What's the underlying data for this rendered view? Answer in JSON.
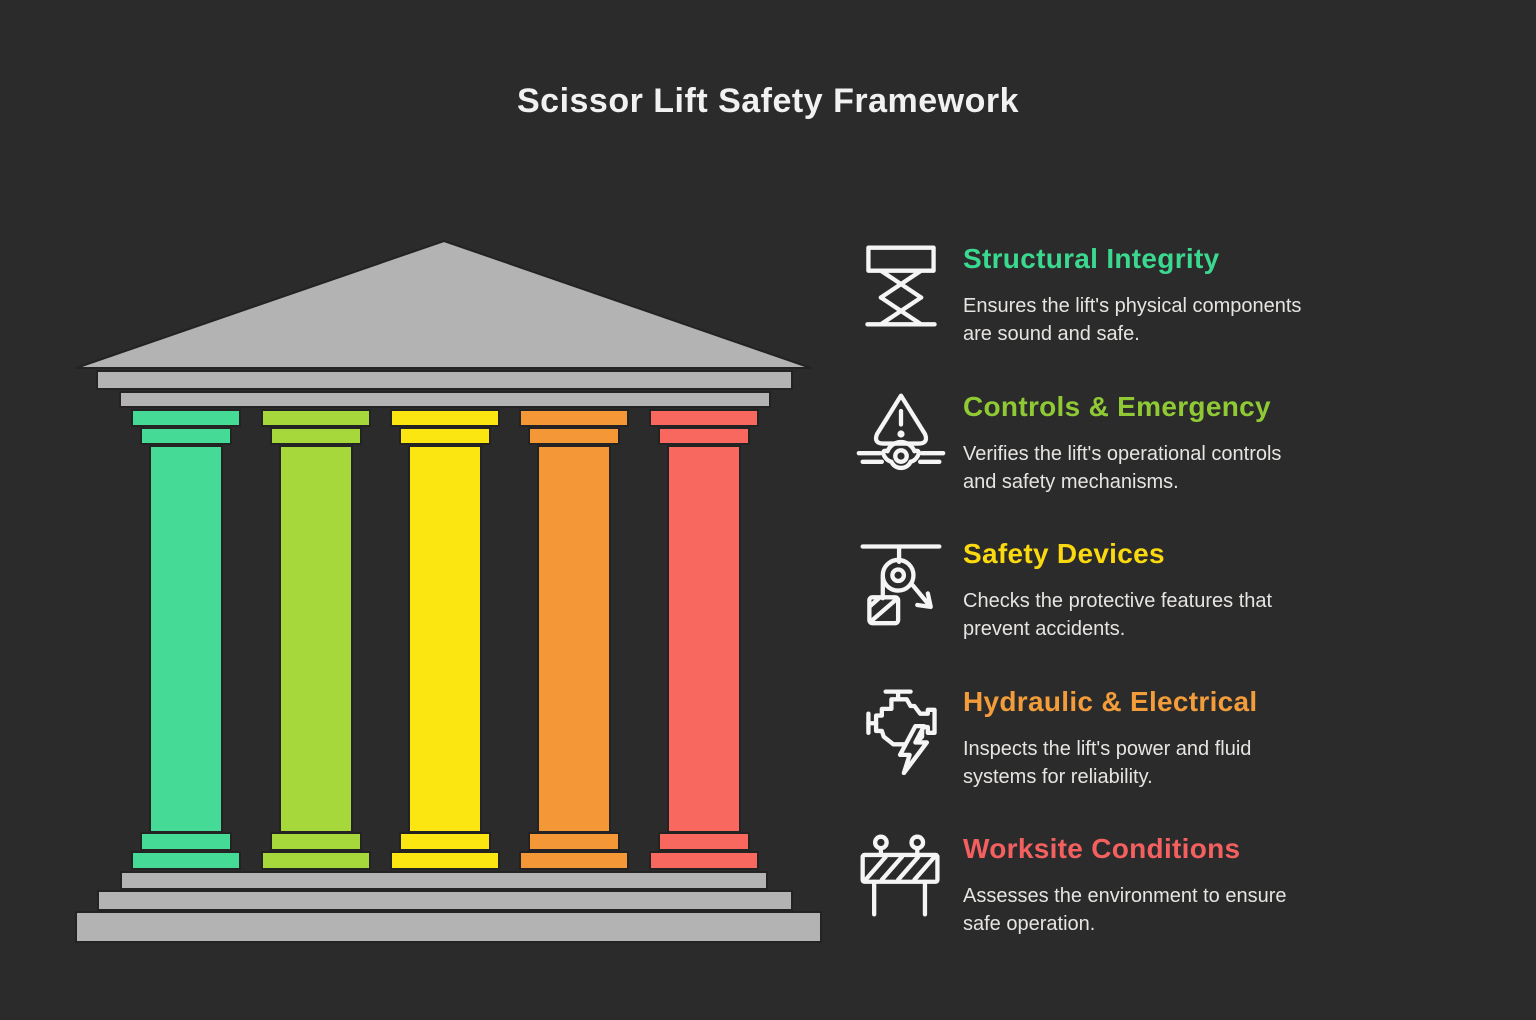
{
  "title": "Scissor Lift Safety Framework",
  "colors": {
    "background": "#2B2B2B",
    "title_text": "#F1F1F1",
    "body_text": "#E7E5E2",
    "icon_stroke": "#F5F5F5",
    "temple_gray": "#B3B3B3",
    "shape_outline": "#232323"
  },
  "temple": {
    "name": "five-pillar-temple",
    "pillars": [
      {
        "name": "pillar-structural-integrity",
        "color": "#45DB96"
      },
      {
        "name": "pillar-controls-emergency",
        "color": "#A6D73B"
      },
      {
        "name": "pillar-safety-devices",
        "color": "#FCE612"
      },
      {
        "name": "pillar-hydraulic-electrical",
        "color": "#F49737"
      },
      {
        "name": "pillar-worksite-conditions",
        "color": "#F9685F"
      }
    ]
  },
  "sections": [
    {
      "icon": "scissor-lift-icon",
      "heading": "Structural Integrity",
      "color": "#3BD88F",
      "line1": "Ensures the lift's physical components",
      "line2": "are sound and safe."
    },
    {
      "icon": "warning-controls-icon",
      "heading": "Controls & Emergency",
      "color": "#8FCA35",
      "line1": "Verifies the lift's operational controls",
      "line2": "and safety mechanisms."
    },
    {
      "icon": "pulley-icon",
      "heading": "Safety Devices",
      "color": "#FBD90F",
      "line1": "Checks the protective features that",
      "line2": "prevent accidents."
    },
    {
      "icon": "engine-lightning-icon",
      "heading": "Hydraulic & Electrical",
      "color": "#F39C3A",
      "line1": "Inspects the lift's power and fluid",
      "line2": "systems for reliability."
    },
    {
      "icon": "barrier-icon",
      "heading": "Worksite Conditions",
      "color": "#F4605F",
      "line1": "Assesses the environment to ensure",
      "line2": "safe operation."
    }
  ]
}
